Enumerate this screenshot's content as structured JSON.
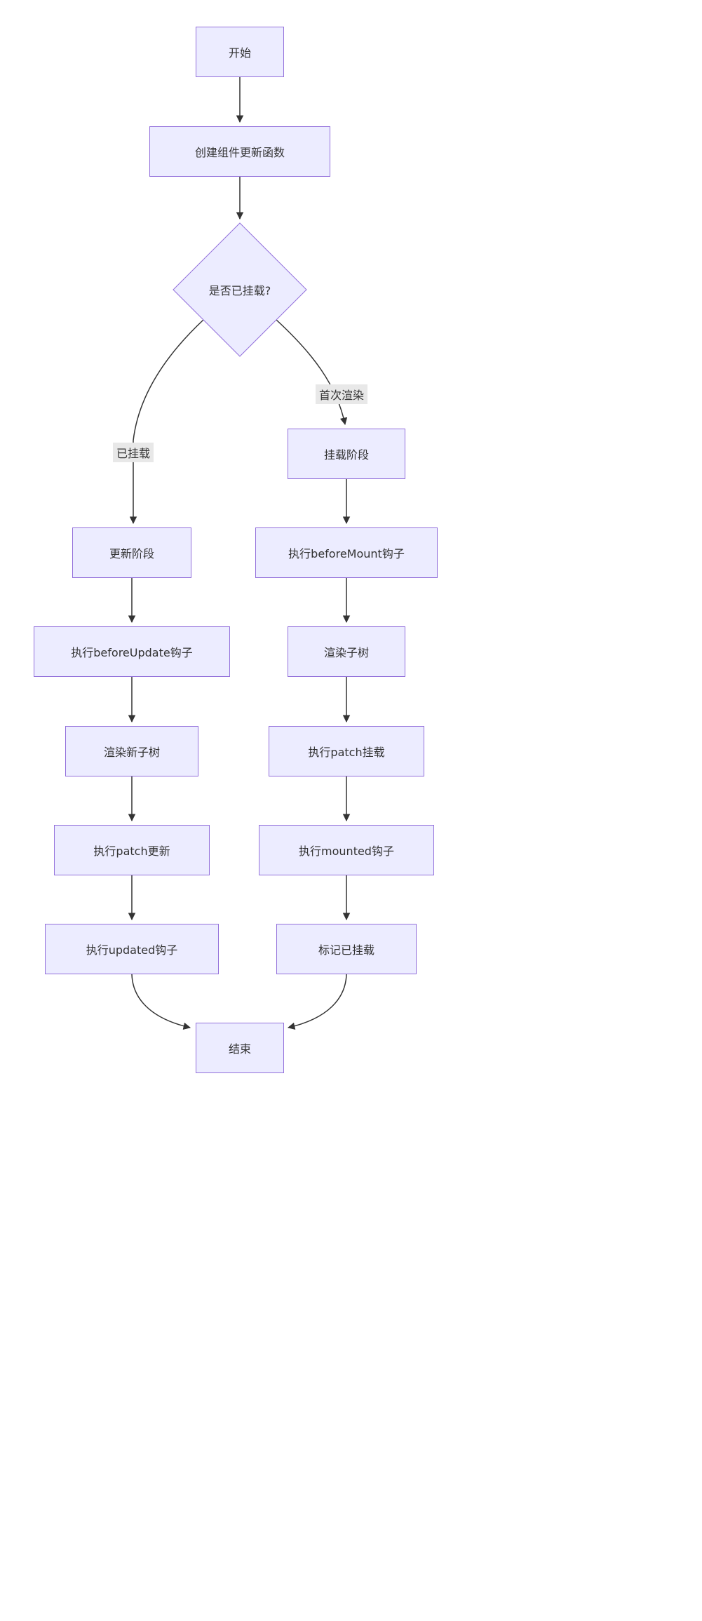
{
  "diagram": {
    "type": "flowchart",
    "nodes": {
      "start": {
        "label": "开始",
        "shape": "rect"
      },
      "create_update_fn": {
        "label": "创建组件更新函数",
        "shape": "rect"
      },
      "is_mounted": {
        "label": "是否已挂载?",
        "shape": "diamond"
      },
      "mount_phase": {
        "label": "挂载阶段",
        "shape": "rect"
      },
      "update_phase": {
        "label": "更新阶段",
        "shape": "rect"
      },
      "before_mount": {
        "label": "执行beforeMount钩子",
        "shape": "rect"
      },
      "before_update": {
        "label": "执行beforeUpdate钩子",
        "shape": "rect"
      },
      "render_subtree": {
        "label": "渲染子树",
        "shape": "rect"
      },
      "render_new_subtree": {
        "label": "渲染新子树",
        "shape": "rect"
      },
      "patch_mount": {
        "label": "执行patch挂载",
        "shape": "rect"
      },
      "patch_update": {
        "label": "执行patch更新",
        "shape": "rect"
      },
      "mounted_hook": {
        "label": "执行mounted钩子",
        "shape": "rect"
      },
      "updated_hook": {
        "label": "执行updated钩子",
        "shape": "rect"
      },
      "mark_mounted": {
        "label": "标记已挂载",
        "shape": "rect"
      },
      "end": {
        "label": "结束",
        "shape": "rect"
      }
    },
    "edges": [
      {
        "from": "start",
        "to": "create_update_fn",
        "label": ""
      },
      {
        "from": "create_update_fn",
        "to": "is_mounted",
        "label": ""
      },
      {
        "from": "is_mounted",
        "to": "mount_phase",
        "label": "首次渲染"
      },
      {
        "from": "is_mounted",
        "to": "update_phase",
        "label": "已挂载"
      },
      {
        "from": "mount_phase",
        "to": "before_mount",
        "label": ""
      },
      {
        "from": "update_phase",
        "to": "before_update",
        "label": ""
      },
      {
        "from": "before_mount",
        "to": "render_subtree",
        "label": ""
      },
      {
        "from": "before_update",
        "to": "render_new_subtree",
        "label": ""
      },
      {
        "from": "render_subtree",
        "to": "patch_mount",
        "label": ""
      },
      {
        "from": "render_new_subtree",
        "to": "patch_update",
        "label": ""
      },
      {
        "from": "patch_mount",
        "to": "mounted_hook",
        "label": ""
      },
      {
        "from": "patch_update",
        "to": "updated_hook",
        "label": ""
      },
      {
        "from": "mounted_hook",
        "to": "mark_mounted",
        "label": ""
      },
      {
        "from": "updated_hook",
        "to": "end",
        "label": ""
      },
      {
        "from": "mark_mounted",
        "to": "end",
        "label": ""
      }
    ],
    "colors": {
      "node_fill": "#ECECFF",
      "node_border": "#9370DB",
      "edge_color": "#333333",
      "label_bg": "#E8E8E8",
      "text_color": "#333333"
    }
  }
}
